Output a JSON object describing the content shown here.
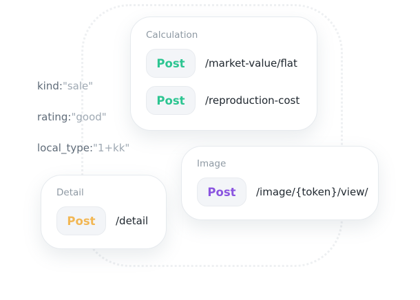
{
  "params": [
    {
      "key": "kind:",
      "value": "\"sale\""
    },
    {
      "key": "rating:",
      "value": "\"good\""
    },
    {
      "key": "local_type:",
      "value": "\"1+kk\""
    }
  ],
  "cards": {
    "calculation": {
      "title": "Calculation",
      "endpoints": [
        {
          "method": "Post",
          "path": "/market-value/flat"
        },
        {
          "method": "Post",
          "path": "/reproduction-cost"
        }
      ]
    },
    "image": {
      "title": "Image",
      "endpoints": [
        {
          "method": "Post",
          "path": "/image/{token}/view/"
        }
      ]
    },
    "detail": {
      "title": "Detail",
      "endpoints": [
        {
          "method": "Post",
          "path": "/detail"
        }
      ]
    }
  },
  "colors": {
    "calculation_method": "#2cc591",
    "image_method": "#8b55e0",
    "detail_method": "#f2b754"
  }
}
